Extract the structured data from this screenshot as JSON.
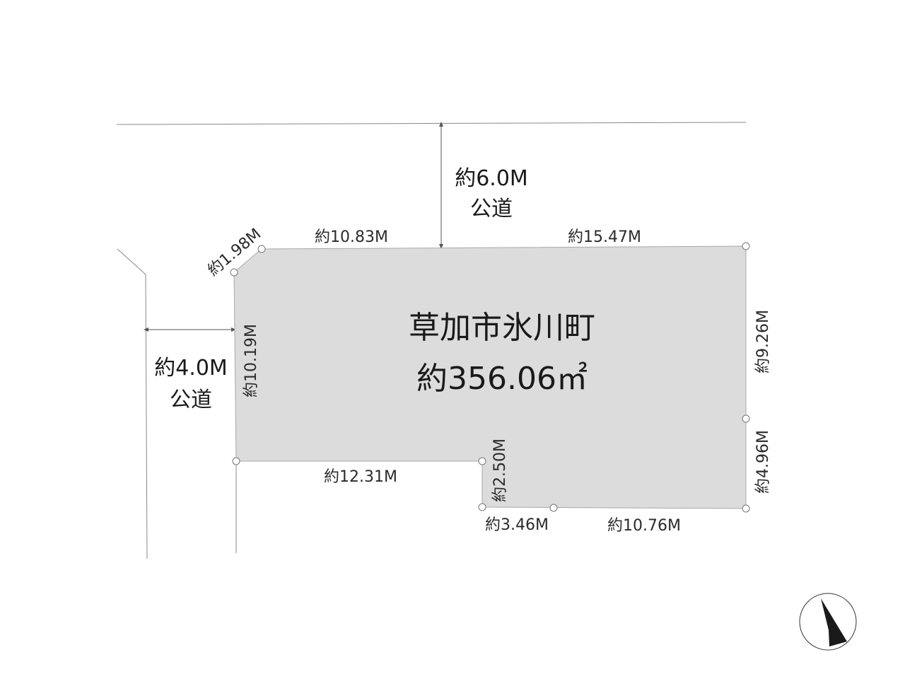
{
  "lot": {
    "location": "草加市氷川町",
    "area": "約356.06㎡"
  },
  "roads": {
    "north": {
      "width": "約6.0M",
      "type": "公道"
    },
    "west": {
      "width": "約4.0M",
      "type": "公道"
    }
  },
  "boundaries": {
    "top_left_corner": "約1.98M",
    "top_left": "約10.83M",
    "top_right": "約15.47M",
    "right_upper": "約9.26M",
    "right_lower": "約4.96M",
    "left": "約10.19M",
    "bottom_left": "約12.31M",
    "step_vertical": "約2.50M",
    "bottom_step": "約3.46M",
    "bottom_right": "約10.76M"
  },
  "compass": {
    "icon": "north-arrow-icon"
  },
  "colors": {
    "lot_fill": "#dcdcdc",
    "line": "#888888",
    "text": "#1a1a1a"
  }
}
